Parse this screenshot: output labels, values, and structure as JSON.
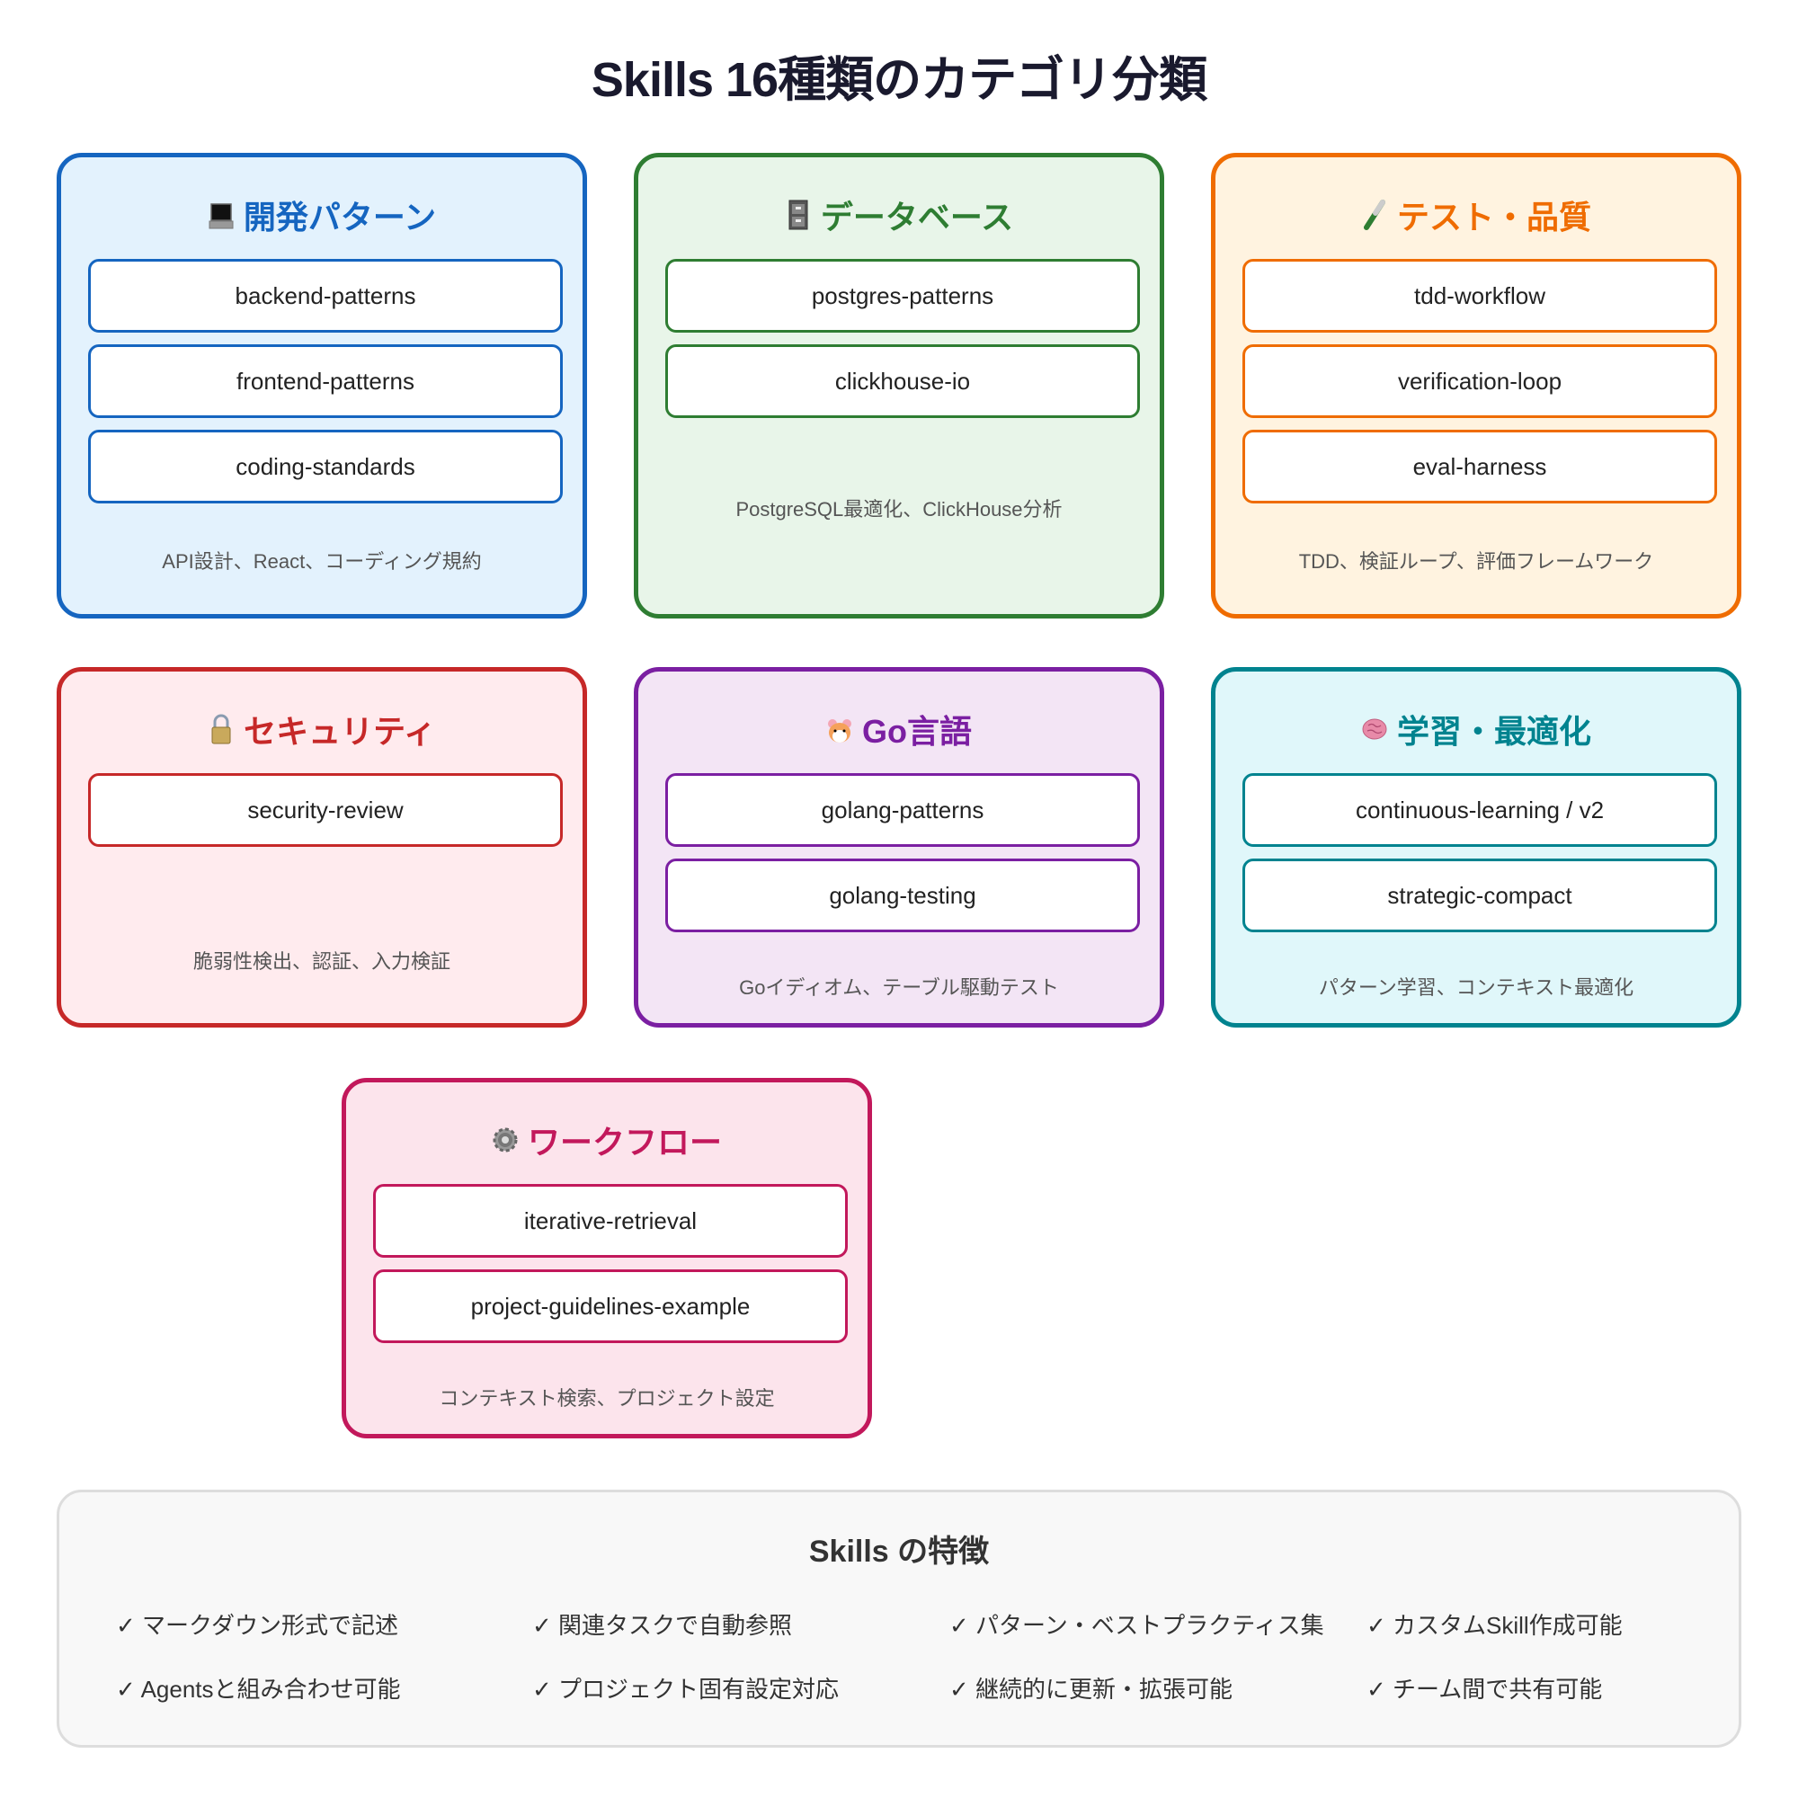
{
  "title": "Skills 16種類のカテゴリ分類",
  "categories": [
    {
      "icon": "laptop-icon",
      "name": "開発パターン",
      "color": "#1565c0",
      "bg": "#e3f2fd",
      "skills": [
        "backend-patterns",
        "frontend-patterns",
        "coding-standards"
      ],
      "description": "API設計、React、コーディング規約"
    },
    {
      "icon": "file-cabinet-icon",
      "name": "データベース",
      "color": "#2e7d32",
      "bg": "#e8f5e9",
      "skills": [
        "postgres-patterns",
        "clickhouse-io"
      ],
      "description": "PostgreSQL最適化、ClickHouse分析"
    },
    {
      "icon": "test-tube-icon",
      "name": "テスト・品質",
      "color": "#ef6c00",
      "bg": "#fff3e0",
      "skills": [
        "tdd-workflow",
        "verification-loop",
        "eval-harness"
      ],
      "description": "TDD、検証ループ、評価フレームワーク"
    },
    {
      "icon": "lock-icon",
      "name": "セキュリティ",
      "color": "#c62828",
      "bg": "#ffebee",
      "skills": [
        "security-review"
      ],
      "description": "脆弱性検出、認証、入力検証"
    },
    {
      "icon": "hamster-icon",
      "name": "Go言語",
      "color": "#7b1fa2",
      "bg": "#f3e5f5",
      "skills": [
        "golang-patterns",
        "golang-testing"
      ],
      "description": "Goイディオム、テーブル駆動テスト"
    },
    {
      "icon": "brain-icon",
      "name": "学習・最適化",
      "color": "#00838f",
      "bg": "#e0f7fa",
      "skills": [
        "continuous-learning / v2",
        "strategic-compact"
      ],
      "description": "パターン学習、コンテキスト最適化"
    },
    {
      "icon": "gear-icon",
      "name": "ワークフロー",
      "color": "#c2185b",
      "bg": "#fce4ec",
      "skills": [
        "iterative-retrieval",
        "project-guidelines-example"
      ],
      "description": "コンテキスト検索、プロジェクト設定"
    }
  ],
  "features": {
    "title": "Skills の特徴",
    "items": [
      "✓ マークダウン形式で記述",
      "✓ 関連タスクで自動参照",
      "✓ パターン・ベストプラクティス集",
      "✓ カスタムSkill作成可能",
      "✓ Agentsと組み合わせ可能",
      "✓ プロジェクト固有設定対応",
      "✓ 継続的に更新・拡張可能",
      "✓ チーム間で共有可能"
    ]
  }
}
